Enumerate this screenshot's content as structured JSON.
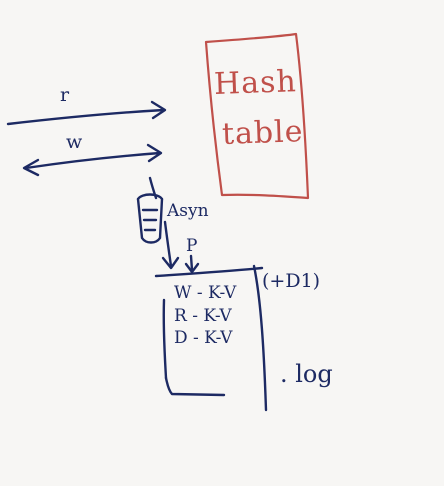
{
  "diagram": {
    "arrow_r": {
      "label": "r"
    },
    "arrow_w": {
      "label": "w"
    },
    "hash_table": {
      "line1": "Hash",
      "line2": "table"
    },
    "queue": {
      "label": "Asyn"
    },
    "pointer": {
      "label": "P"
    },
    "log_box": {
      "entries": [
        "W - K-V",
        "R - K-V",
        "D - K-V"
      ],
      "side_note": "(+D1)",
      "caption": ". log"
    },
    "colors": {
      "ink": "#1d2a63",
      "red": "#c0504a",
      "board": "#f7f6f4"
    }
  }
}
